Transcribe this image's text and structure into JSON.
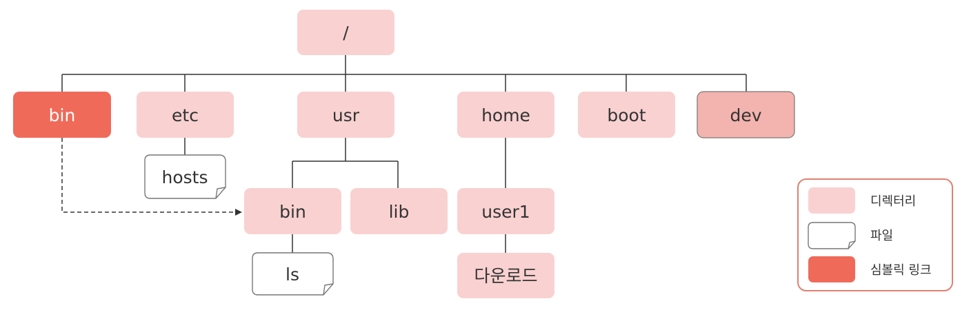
{
  "colors": {
    "directory": "#f9d1d1",
    "symlink": "#f06a5a",
    "dev": "#f3b3ae",
    "file_fill": "#ffffff",
    "file_stroke": "#777777",
    "line": "#333333",
    "legend_border": "#e0806f"
  },
  "nodes": {
    "root": "/",
    "bin": "bin",
    "etc": "etc",
    "usr": "usr",
    "home": "home",
    "boot": "boot",
    "dev": "dev",
    "hosts": "hosts",
    "usr_bin": "bin",
    "usr_lib": "lib",
    "user1": "user1",
    "ls": "ls",
    "downloads": "다운로드"
  },
  "legend": {
    "directory": "디렉터리",
    "file": "파일",
    "symlink": "심볼릭 링크"
  }
}
